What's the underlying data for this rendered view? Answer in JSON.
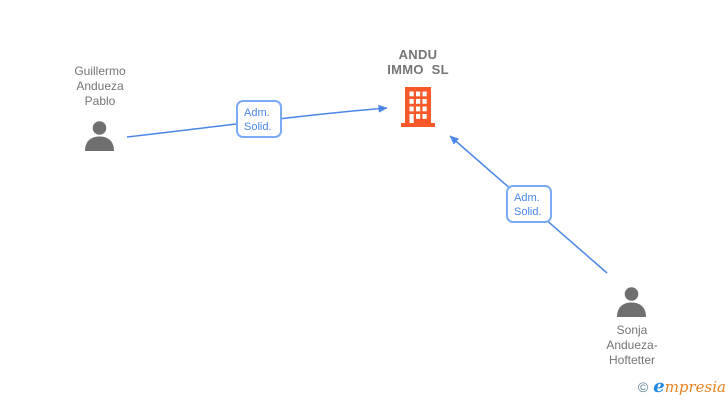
{
  "diagram": {
    "nodes": {
      "person1": {
        "type": "person",
        "label": "Guillermo\nAndueza\nPablo"
      },
      "company": {
        "type": "company",
        "label": "ANDU\nIMMO  SL"
      },
      "person2": {
        "type": "person",
        "label": "Sonja\nAndueza-\nHoftetter"
      }
    },
    "edges": [
      {
        "from": "person1",
        "to": "company",
        "label": "Adm.\nSolid."
      },
      {
        "from": "person2",
        "to": "company",
        "label": "Adm.\nSolid."
      }
    ]
  },
  "watermark": {
    "copyright": "©",
    "brand_initial": "e",
    "brand_rest": "mpresia"
  },
  "colors": {
    "edge_blue": "#4a86e8",
    "edge_label_border": "#7baaf7",
    "person_gray": "#6f6f6f",
    "label_gray": "#757575",
    "company_orange": "#f95928",
    "logo_blue": "#1e88e5",
    "logo_orange": "#e8821e",
    "logo_copyright": "#567d8e"
  }
}
